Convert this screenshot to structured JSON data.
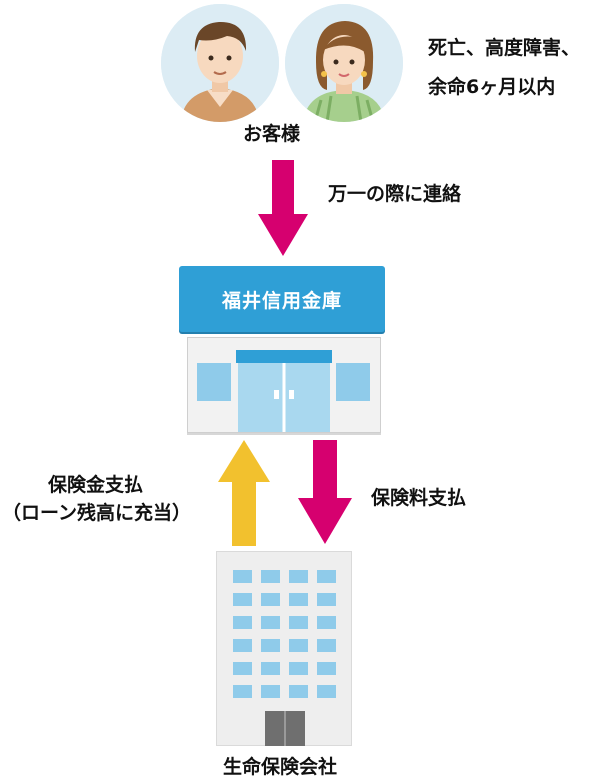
{
  "customers": {
    "label": "お客様",
    "conditions": [
      "死亡、高度障害、",
      "余命6ヶ月以内"
    ]
  },
  "flows": {
    "contact": "万一の際に連絡",
    "insurance_payout": [
      "保険金支払",
      "（ローン残高に充当）"
    ],
    "premium_payment": "保険料支払"
  },
  "bank": {
    "name": "福井信用金庫"
  },
  "insurer": {
    "name": "生命保険会社"
  },
  "colors": {
    "magenta_arrow": "#d6006f",
    "yellow_arrow": "#f2c12e",
    "bank_blue": "#2f9fd6",
    "window_blue": "#8fcbea"
  },
  "icons": [
    "male-customer-icon",
    "female-customer-icon",
    "bank-building-icon",
    "office-building-icon"
  ]
}
